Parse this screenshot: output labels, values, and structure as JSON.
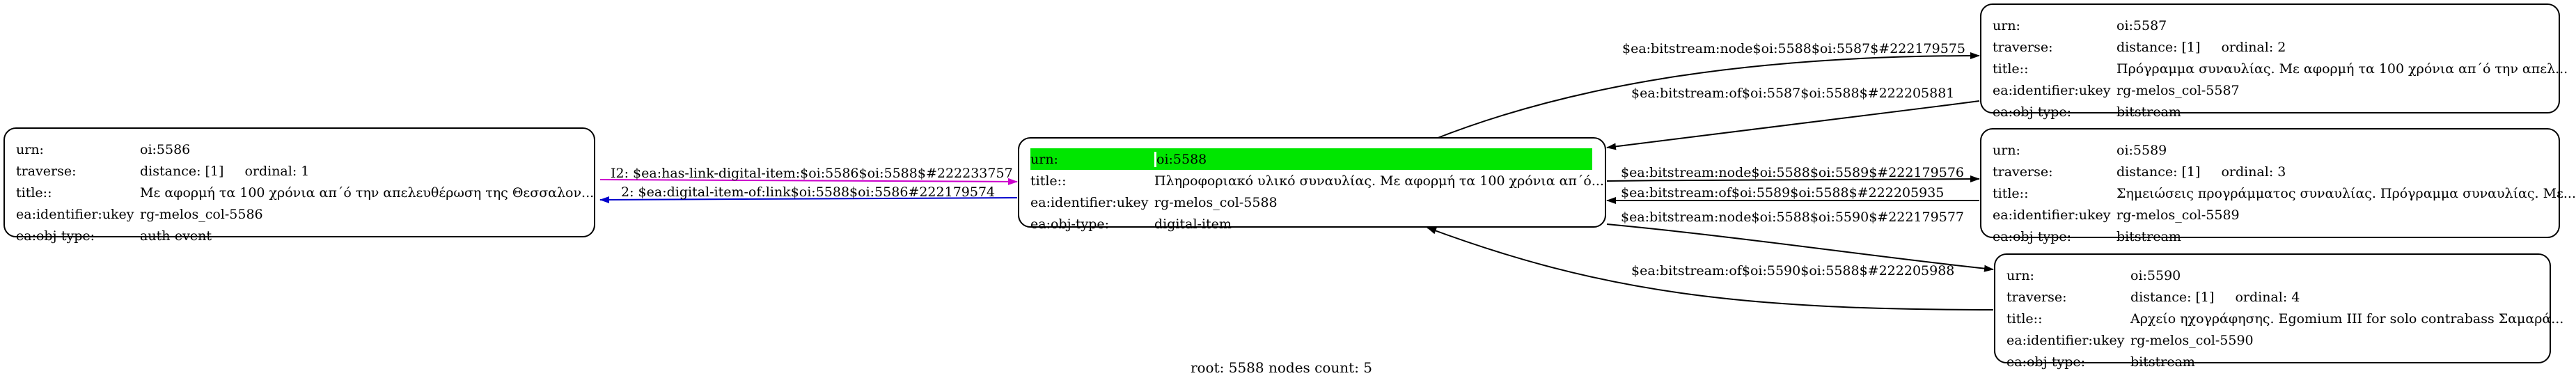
{
  "caption": "root: 5588 nodes count: 5",
  "nodes": {
    "n5586": {
      "rows": [
        {
          "k": "urn:",
          "v": "oi:5586"
        },
        {
          "k": "traverse:",
          "v": "distance: [1]",
          "v2": "ordinal: 1"
        },
        {
          "k": "title::",
          "v": "Με αφορμή τα 100 χρόνια απ΄ό την απελευθέρωση της Θεσσαλον..."
        },
        {
          "k": "ea:identifier:ukey",
          "v": "rg-melos_col-5586"
        },
        {
          "k": "ea:obj-type:",
          "v": "auth-event"
        }
      ]
    },
    "n5588": {
      "rows": [
        {
          "k": "urn:",
          "v": "oi:5588"
        },
        {
          "k": "title::",
          "v": "Πληροφοριακό υλικό συναυλίας. Με αφορμή τα 100 χρόνια απ΄ό..."
        },
        {
          "k": "ea:identifier:ukey",
          "v": "rg-melos_col-5588"
        },
        {
          "k": "ea:obj-type:",
          "v": "digital-item"
        }
      ]
    },
    "n5587": {
      "rows": [
        {
          "k": "urn:",
          "v": "oi:5587"
        },
        {
          "k": "traverse:",
          "v": "distance: [1]",
          "v2": "ordinal: 2"
        },
        {
          "k": "title::",
          "v": "Πρόγραμμα συναυλίας. Με αφορμή τα 100 χρόνια απ΄ό την απελ..."
        },
        {
          "k": "ea:identifier:ukey",
          "v": "rg-melos_col-5587"
        },
        {
          "k": "ea:obj-type:",
          "v": "bitstream"
        }
      ]
    },
    "n5589": {
      "rows": [
        {
          "k": "urn:",
          "v": "oi:5589"
        },
        {
          "k": "traverse:",
          "v": "distance: [1]",
          "v2": "ordinal: 3"
        },
        {
          "k": "title::",
          "v": "Σημειώσεις προγράμματος συναυλίας. Πρόγραμμα συναυλίας. Με..."
        },
        {
          "k": "ea:identifier:ukey",
          "v": "rg-melos_col-5589"
        },
        {
          "k": "ea:obj-type:",
          "v": "bitstream"
        }
      ]
    },
    "n5590": {
      "rows": [
        {
          "k": "urn:",
          "v": "oi:5590"
        },
        {
          "k": "traverse:",
          "v": "distance: [1]",
          "v2": "ordinal: 4"
        },
        {
          "k": "title::",
          "v": "Αρχείο ηχογράφησης. Egomium III for solo contrabass Σαμαρά..."
        },
        {
          "k": "ea:identifier:ukey",
          "v": "rg-melos_col-5590"
        },
        {
          "k": "ea:obj-type:",
          "v": "bitstream"
        }
      ]
    }
  },
  "edges": {
    "e1": "I2: $ea:has-link-digital-item:$oi:5586$oi:5588$#222233757",
    "e2": "2: $ea:digital-item-of:link$oi:5588$oi:5586#222179574",
    "e3": "$ea:bitstream:node$oi:5588$oi:5587$#222179575",
    "e4": "$ea:bitstream:of$oi:5587$oi:5588$#222205881",
    "e5": "$ea:bitstream:node$oi:5588$oi:5589$#222179576",
    "e6": "$ea:bitstream:of$oi:5589$oi:5588$#222205935",
    "e7": "$ea:bitstream:node$oi:5588$oi:5590$#222179577",
    "e8": "$ea:bitstream:of$oi:5590$oi:5588$#222205988"
  },
  "colors": {
    "root_highlight": "#00e600",
    "link_edge": "#cc00cc",
    "link_back_edge": "#0000cc",
    "edge": "#000000"
  }
}
